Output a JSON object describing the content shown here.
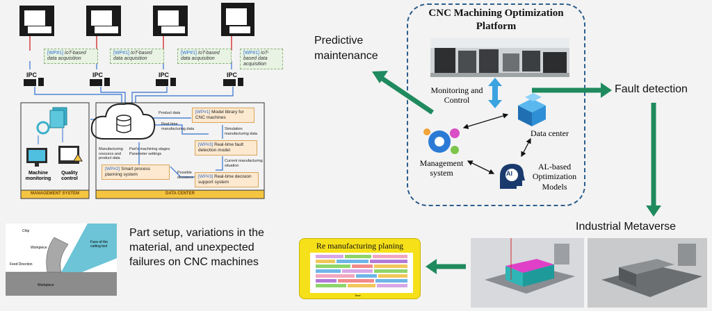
{
  "left_diagram": {
    "wp1_label": "[WP#1]",
    "wp1_text": "IoT-based data acquisition",
    "ipc_label": "IPC",
    "cloud_flows": {
      "product_data": "Product data",
      "realtime_mfg": "Real-time manufacturing data",
      "sim_mfg": "Simulation manufacturing data",
      "mfg_resource": "Manufacturing resource and product data",
      "part_stages": "Part's machining stages Parameter settings",
      "current_situation": "Current manufacturing situation",
      "possible_decisions": "Possible decisions"
    },
    "dc_boxes": [
      {
        "tag": "[WP#1]",
        "text": "Model library for CNC machines"
      },
      {
        "tag": "[WP#3]",
        "text": "Real-time fault detection model"
      },
      {
        "tag": "[WP#2]",
        "text": "Smart process planning system"
      },
      {
        "tag": "[WP#3]",
        "text": "Real-time decision support system"
      }
    ],
    "machine_monitoring": "Machine monitoring",
    "quality_control": "Quality control",
    "management_system_label": "MANAGEMENT SYSTEM",
    "data_center_label": "DATA CENTER"
  },
  "platform": {
    "title_line1": "CNC Machining Optimization",
    "title_line2": "Platform",
    "monitoring": "Monitoring and Control",
    "data_center": "Data center",
    "management": "Management system",
    "ai_models": "AL-based Optimization Models",
    "ai_badge": "AI"
  },
  "outside_labels": {
    "predictive": "Predictive maintenance",
    "fault_detection": "Fault detection",
    "metaverse": "Industrial Metaverse"
  },
  "cutting_figure": {
    "chip": "Chip",
    "workpiece_top": "Workpiece",
    "feed_direction": "Feed Direction",
    "workpiece_bottom": "Workpiece",
    "tool_face": "Face of the cutting tool"
  },
  "part_setup_text": "Part setup, variations in the material, and unexpected failures on CNC machines",
  "replanning": {
    "title": "Re manufacturing planing",
    "xaxis": "Time"
  },
  "colors": {
    "arrow_green": "#1f8a5e",
    "yellow_box": "#f6e01a",
    "dashed_border": "#2a5d8c",
    "wp_blue": "#2e6fd1"
  }
}
